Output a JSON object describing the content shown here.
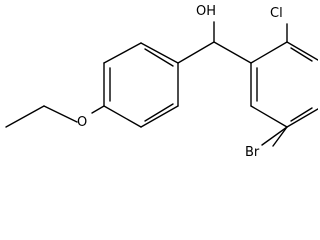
{
  "molecule": {
    "atoms": {
      "oh": "OH",
      "cl": "Cl",
      "o": "O",
      "br": "Br"
    },
    "colors": {
      "ink": "#000000",
      "background": "#ffffff"
    }
  }
}
